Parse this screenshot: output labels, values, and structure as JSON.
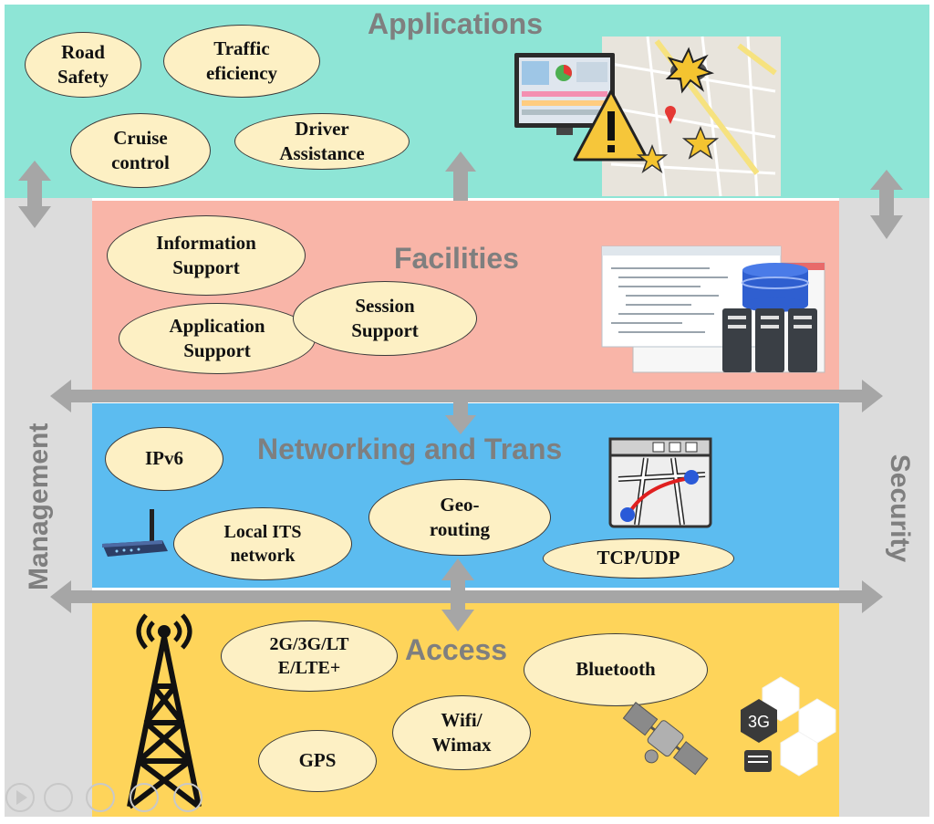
{
  "layers": {
    "applications": {
      "title": "Applications",
      "items": [
        "Road\nSafety",
        "Traffic\neficiency",
        "Cruise\ncontrol",
        "Driver\nAssistance"
      ]
    },
    "facilities": {
      "title": "Facilities",
      "items": [
        "Information\nSupport",
        "Session\nSupport",
        "Application\nSupport"
      ]
    },
    "networking": {
      "title": "Networking and Trans",
      "items": [
        "IPv6",
        "Local ITS\nnetwork",
        "Geo-\nrouting",
        "TCP/UDP"
      ]
    },
    "access": {
      "title": "Access",
      "items": [
        "2G/3G/LT\nE/LTE+",
        "Bluetooth",
        "Wifi/\nWimax",
        "GPS"
      ]
    }
  },
  "side": {
    "left": "Management",
    "right": "Security"
  },
  "badge_3g": "3G",
  "colors": {
    "applications": "#8ee5d6",
    "facilities": "#f9b5a8",
    "networking": "#5cbcf0",
    "access": "#fed45a",
    "side_bar": "#dcdcdc",
    "ellipse": "#fdf0c4",
    "arrow": "#a6a6a6"
  }
}
